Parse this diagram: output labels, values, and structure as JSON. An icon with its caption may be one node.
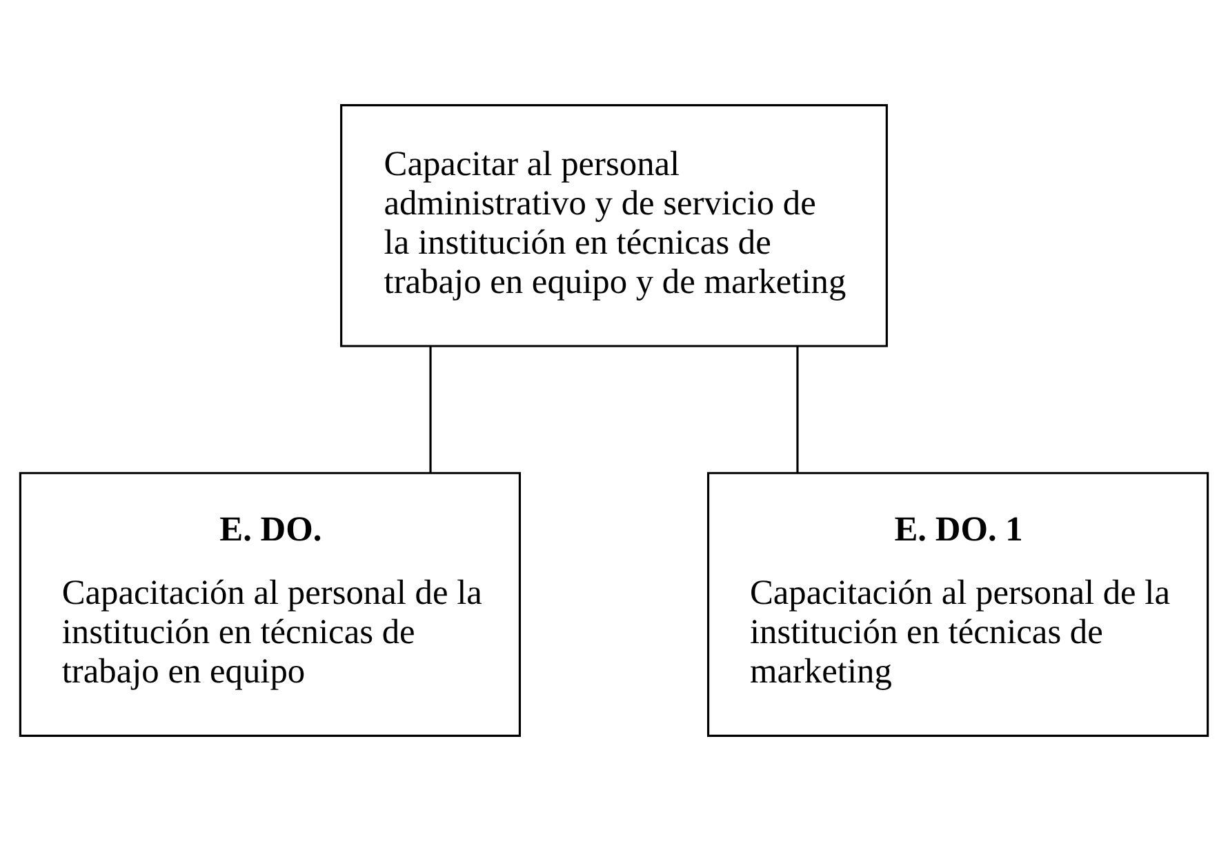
{
  "diagram": {
    "nodes": [
      {
        "text": [
          "Capacitar al personal administrativo y de servicio de la institución en técnicas de trabajo en equipo y de marketing"
        ]
      },
      {
        "text": [
          "E. DO.",
          "Capacitación al personal de la institución en técnicas de trabajo en equipo"
        ]
      },
      {
        "text": [
          "E. DO. 1",
          "Capacitación al personal de la institución en técnicas de marketing"
        ]
      }
    ],
    "edges": [
      {
        "from": 0,
        "to": 1,
        "arrow": "none"
      },
      {
        "from": 0,
        "to": 2,
        "arrow": "none"
      }
    ]
  }
}
